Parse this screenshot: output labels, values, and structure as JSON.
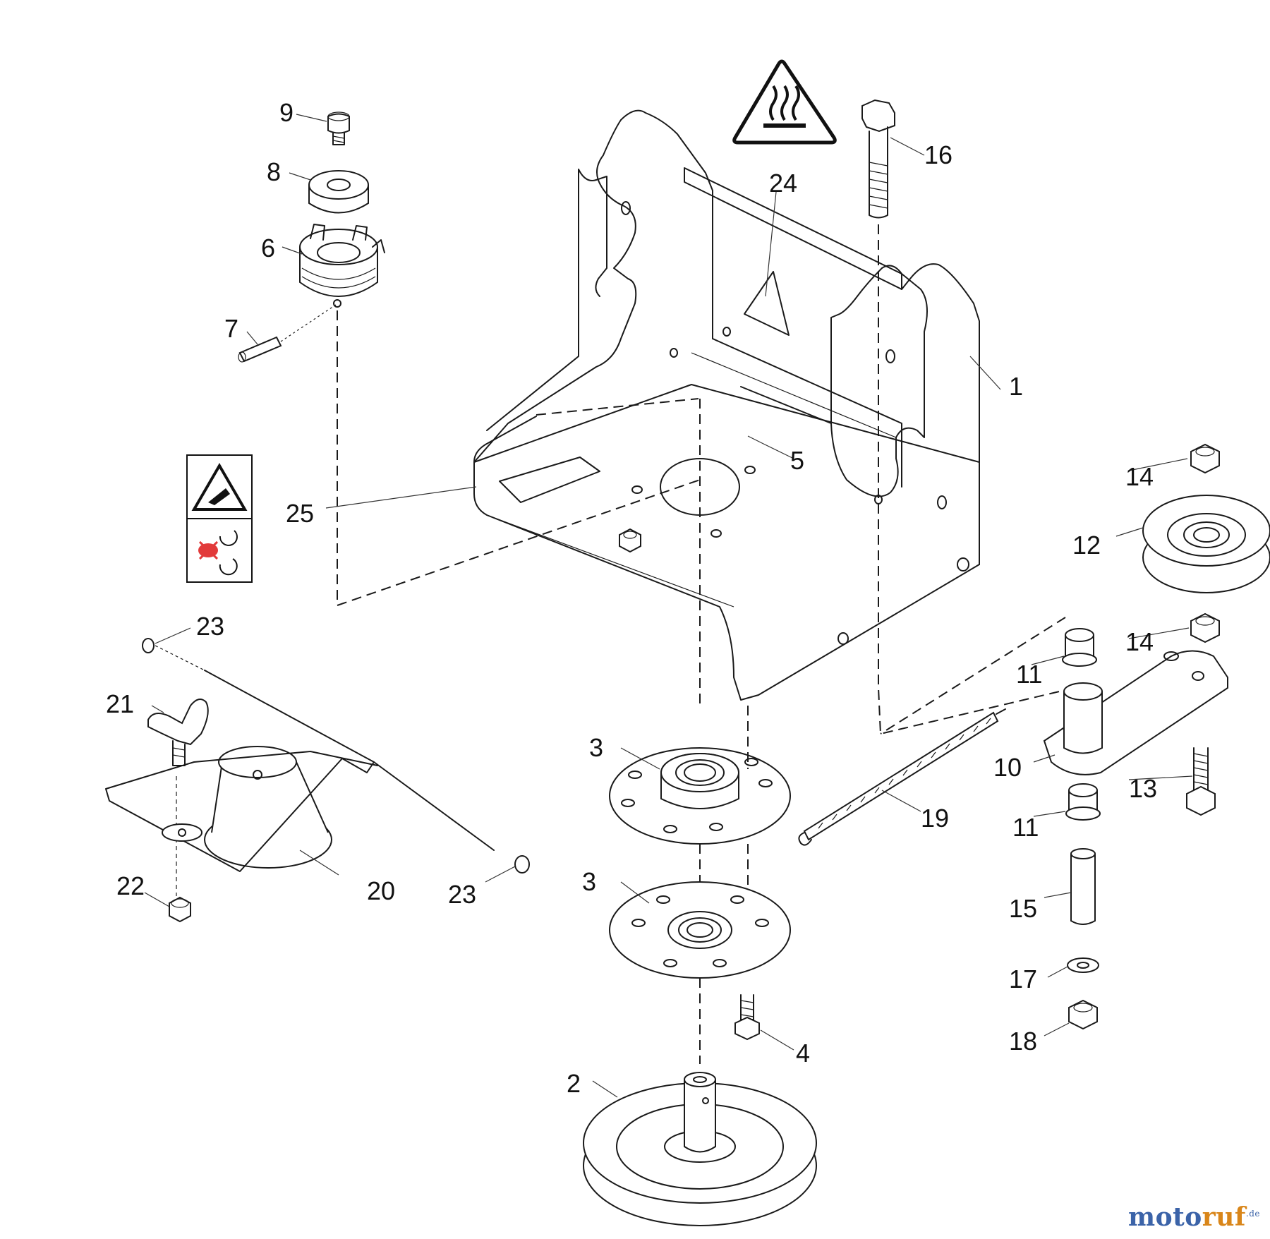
{
  "callouts": [
    {
      "id": "c1",
      "text": "1"
    },
    {
      "id": "c2",
      "text": "2"
    },
    {
      "id": "c3a",
      "text": "3"
    },
    {
      "id": "c3b",
      "text": "3"
    },
    {
      "id": "c4",
      "text": "4"
    },
    {
      "id": "c5",
      "text": "5"
    },
    {
      "id": "c6",
      "text": "6"
    },
    {
      "id": "c7",
      "text": "7"
    },
    {
      "id": "c8",
      "text": "8"
    },
    {
      "id": "c9",
      "text": "9"
    },
    {
      "id": "c10",
      "text": "10"
    },
    {
      "id": "c11a",
      "text": "11"
    },
    {
      "id": "c11b",
      "text": "11"
    },
    {
      "id": "c12",
      "text": "12"
    },
    {
      "id": "c13",
      "text": "13"
    },
    {
      "id": "c14a",
      "text": "14"
    },
    {
      "id": "c14b",
      "text": "14"
    },
    {
      "id": "c15",
      "text": "15"
    },
    {
      "id": "c16",
      "text": "16"
    },
    {
      "id": "c17",
      "text": "17"
    },
    {
      "id": "c18",
      "text": "18"
    },
    {
      "id": "c19",
      "text": "19"
    },
    {
      "id": "c20",
      "text": "20"
    },
    {
      "id": "c21",
      "text": "21"
    },
    {
      "id": "c22",
      "text": "22"
    },
    {
      "id": "c23a",
      "text": "23"
    },
    {
      "id": "c23b",
      "text": "23"
    },
    {
      "id": "c24",
      "text": "24"
    },
    {
      "id": "c25",
      "text": "25"
    }
  ],
  "watermark": {
    "part1": "moto",
    "part2": "ruf",
    "suffix": ".de"
  },
  "icons": [
    "hot-surface-warning-icon",
    "crush-hazard-icon",
    "rotating-parts-icon",
    "warning-triangle-icon"
  ]
}
